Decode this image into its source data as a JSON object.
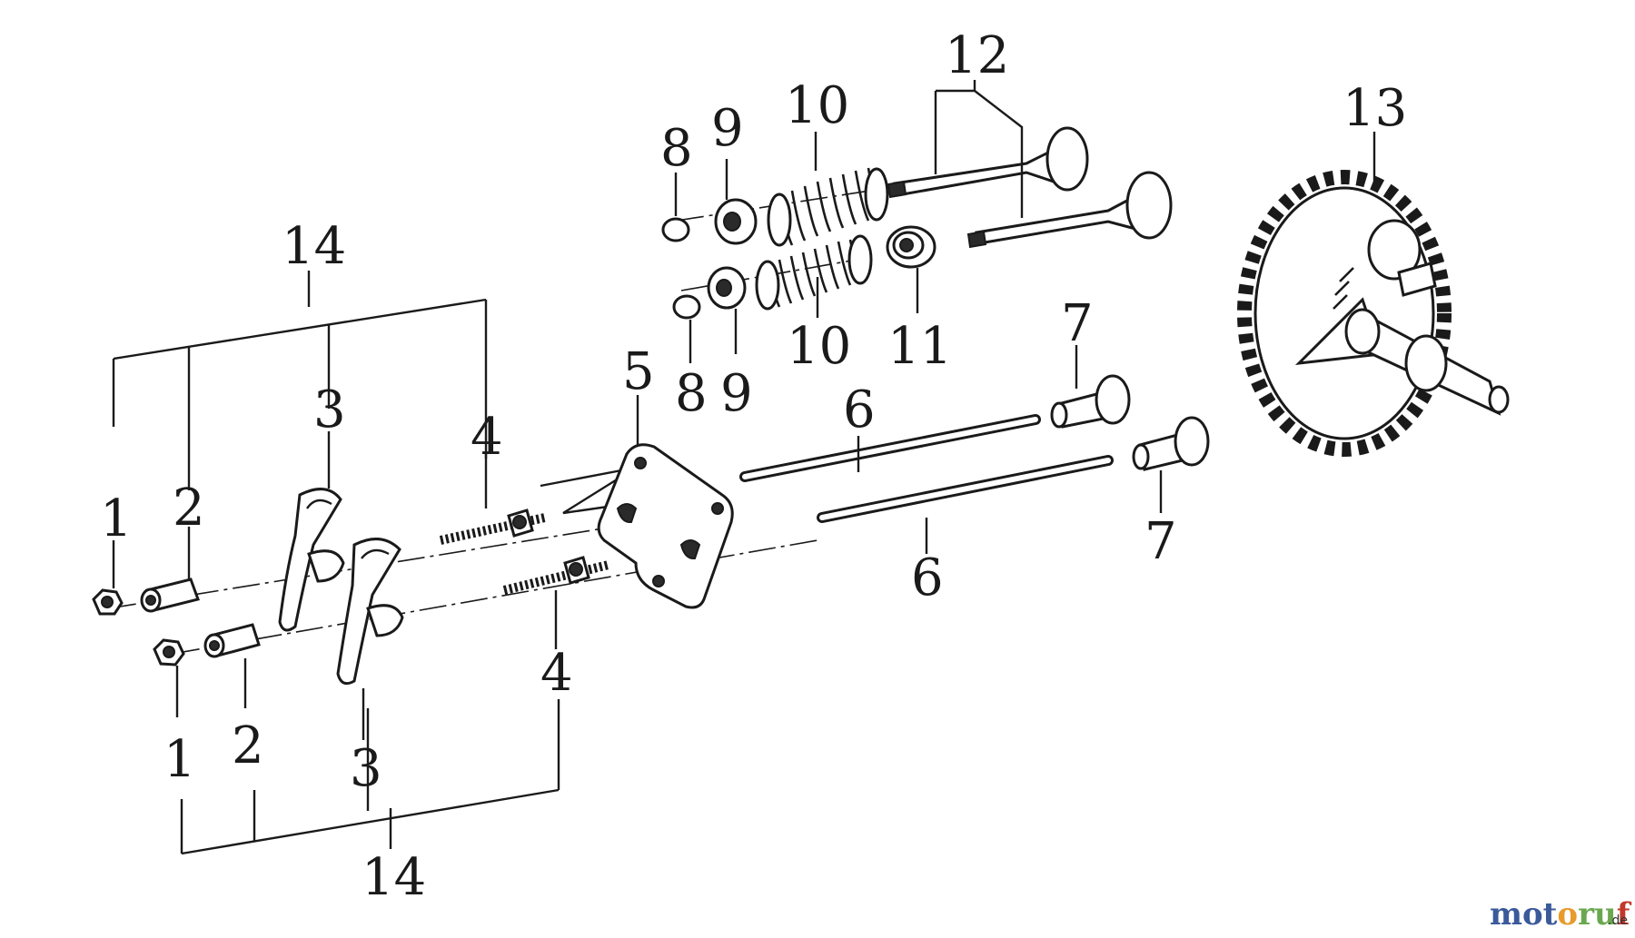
{
  "labels": {
    "l1a": "1",
    "l1b": "1",
    "l2a": "2",
    "l2b": "2",
    "l3a": "3",
    "l3b": "3",
    "l4a": "4",
    "l4b": "4",
    "l5": "5",
    "l6a": "6",
    "l6b": "6",
    "l7a": "7",
    "l7b": "7",
    "l8a": "8",
    "l8b": "8",
    "l9a": "9",
    "l9b": "9",
    "l10a": "10",
    "l10b": "10",
    "l11": "11",
    "l12": "12",
    "l13": "13",
    "l14a": "14",
    "l14b": "14"
  },
  "logo": {
    "m": "m",
    "o1": "o",
    "t": "t",
    "o2": "o",
    "r": "r",
    "u": "u",
    "f": "f",
    "suffix": ".de",
    "colors": {
      "m": "#3a5a9a",
      "o1": "#3a5a9a",
      "t": "#3a5a9a",
      "o2": "#e89a2a",
      "r": "#6aa84f",
      "u": "#6aa84f",
      "f": "#c0392b",
      "suffix": "#333333"
    }
  }
}
